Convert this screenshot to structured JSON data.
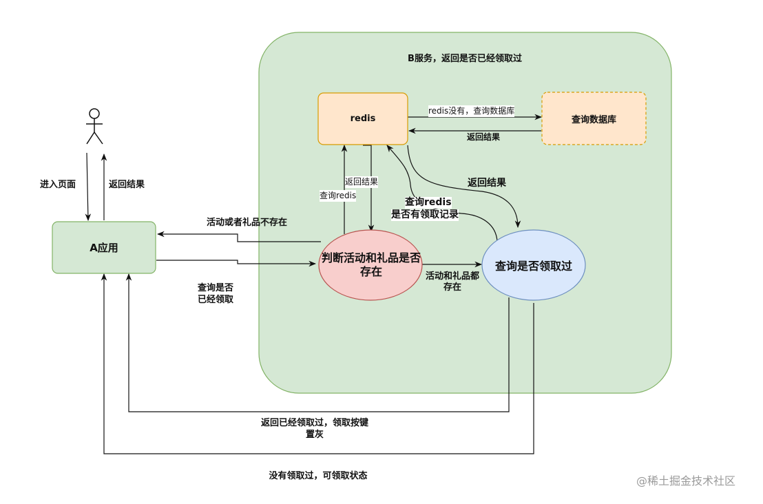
{
  "service_b": {
    "title": "B服务，返回是否已经领取过"
  },
  "nodes": {
    "user": "user-actor",
    "redis": "redis",
    "query_db": "查询数据库",
    "app_a": "A应用",
    "judge": "判断活动和礼品是否存在",
    "check_claimed": "查询是否领取过"
  },
  "labels": {
    "enter_page": "进入页面",
    "return_result_user": "返回结果",
    "redis_miss": "redis没有，查询数据库",
    "db_return": "返回结果",
    "redis_to_judge": "返回结果",
    "judge_to_redis": "查询redis",
    "redis_to_check": "返回结果",
    "check_to_redis_1": "查询redis",
    "check_to_redis_2": "是否有领取记录",
    "not_exist": "活动或者礼品不存在",
    "query_claimed": "查询是否已经领取",
    "both_exist": "活动和礼品都存在",
    "claimed_result": "返回已经领取过，领取按键置灰",
    "not_claimed_result": "没有领取过，可领取状态"
  },
  "watermark": "@稀土掘金技术社区",
  "colors": {
    "service_fill": "#d5e8d4",
    "service_stroke": "#82b366",
    "redis_fill": "#ffe6cc",
    "redis_stroke": "#d79b00",
    "judge_fill": "#f8cecc",
    "judge_stroke": "#b85450",
    "check_fill": "#dae8fc",
    "check_stroke": "#6c8ebf"
  }
}
